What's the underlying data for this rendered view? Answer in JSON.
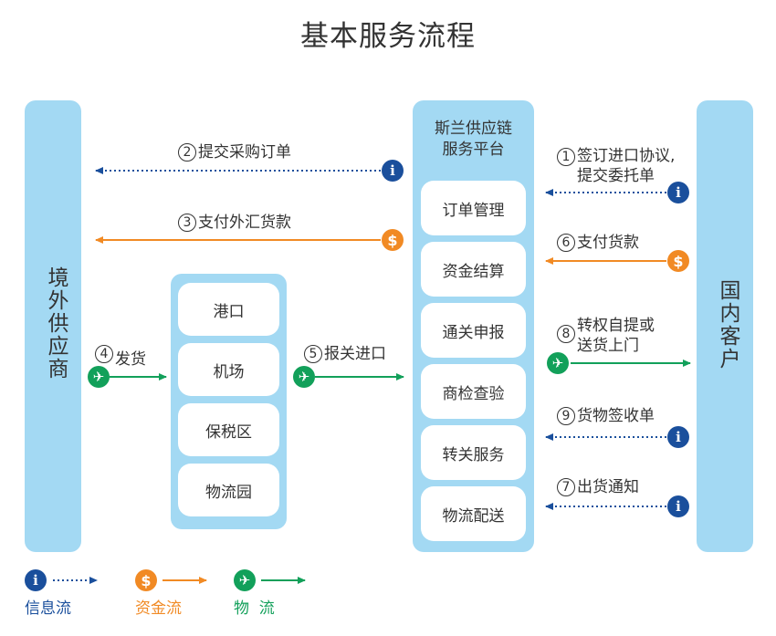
{
  "title": "基本服务流程",
  "left_party": "境外供应商",
  "right_party": "国内客户",
  "platform": {
    "title_line1": "斯兰供应链",
    "title_line2": "服务平台",
    "services": [
      "订单管理",
      "资金结算",
      "通关申报",
      "商检查验",
      "转关服务",
      "物流配送"
    ]
  },
  "locations": [
    "港口",
    "机场",
    "保税区",
    "物流园"
  ],
  "steps": {
    "s1": {
      "num": "1",
      "line1": "签订进口协议,",
      "line2": "提交委托单"
    },
    "s2": {
      "num": "2",
      "text": "提交采购订单"
    },
    "s3": {
      "num": "3",
      "text": "支付外汇货款"
    },
    "s4": {
      "num": "4",
      "text": "发货"
    },
    "s5": {
      "num": "5",
      "text": "报关进口"
    },
    "s6": {
      "num": "6",
      "text": "支付货款"
    },
    "s7": {
      "num": "7",
      "text": "出货通知"
    },
    "s8": {
      "num": "8",
      "line1": "转权自提或",
      "line2": "送货上门"
    },
    "s9": {
      "num": "9",
      "text": "货物签收单"
    }
  },
  "legend": {
    "info": "信息流",
    "money": "资金流",
    "goods": "物  流"
  },
  "colors": {
    "info": "#1a4f9c",
    "money": "#f18a24",
    "goods": "#12a05a",
    "column": "#a3d9f3"
  },
  "icons": {
    "info": "i",
    "money": "$",
    "goods": "✈"
  }
}
